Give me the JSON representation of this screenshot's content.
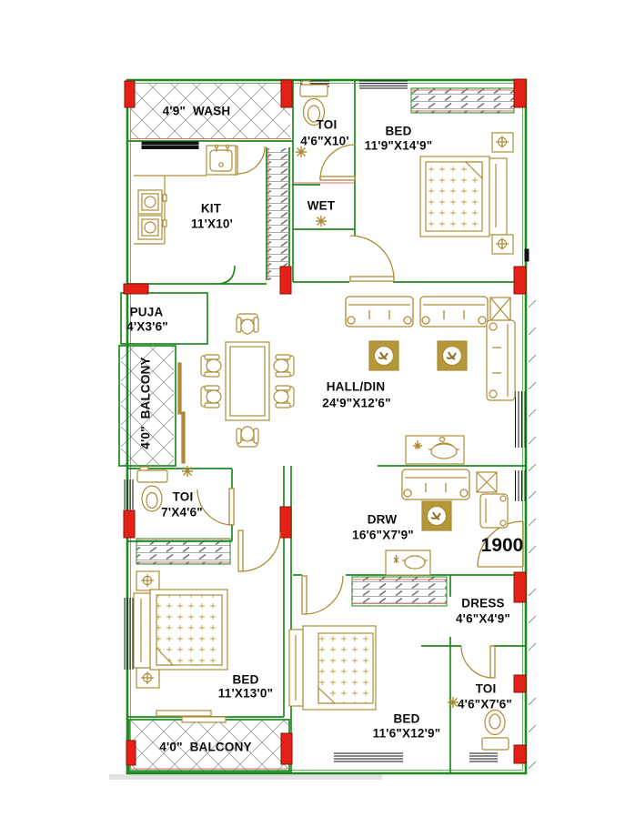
{
  "drawing_type": "apartment-floor-plan",
  "colors": {
    "wall_green": "#1e8a1e",
    "column_red": "#e32117",
    "furniture_gold": "#ae8c35",
    "hatch_gray": "#9a9a9a",
    "accent_red_line": "#d4716a",
    "window_black": "#111111",
    "text": "#0d0d0d",
    "background": "#ffffff"
  },
  "rooms": {
    "wash": {
      "name": "4'9\"  WASH"
    },
    "toi_top": {
      "name": "TOI",
      "dims": "4'6\"X10'"
    },
    "bed_top_right": {
      "name": "BED",
      "dims": "11'9\"X14'9\""
    },
    "kit": {
      "name": "KIT",
      "dims": "11'X10'"
    },
    "wet": {
      "name": "WET"
    },
    "puja": {
      "name": "PUJA",
      "dims": "4'X3'6\""
    },
    "balcony_left": {
      "name": "4'0\"  BALCONY"
    },
    "hall": {
      "name": "HALL/DIN",
      "dims": "24'9\"X12'6\""
    },
    "toi_left": {
      "name": "TOI",
      "dims": "7'X4'6\""
    },
    "drw": {
      "name": "DRW",
      "dims": "16'6\"X7'9\""
    },
    "dress": {
      "name": "DRESS",
      "dims": "4'6\"X4'9\""
    },
    "toi_bottom_right": {
      "name": "TOI",
      "dims": "4'6\"X7'6\""
    },
    "bed_bottom_right": {
      "name": "BED",
      "dims": "11'6\"X12'9\""
    },
    "bed_bottom_left": {
      "name": "BED",
      "dims": "11'X13'0\""
    },
    "balcony_bottom": {
      "name": "4'0\"  BALCONY"
    }
  },
  "entrance": {
    "door_width_label": "1900"
  },
  "icons": [
    "toilet-icon",
    "shower-icon",
    "sink-icon",
    "stove-icon",
    "bed-icon",
    "nightstand-lamp-icon",
    "sofa-icon",
    "pouf-icon",
    "coffee-table-icon",
    "dining-set-icon",
    "armchair-icon",
    "side-table-icon",
    "door-arc",
    "window-icon",
    "column-block",
    "wardrobe-hatch",
    "balcony-hatch"
  ]
}
